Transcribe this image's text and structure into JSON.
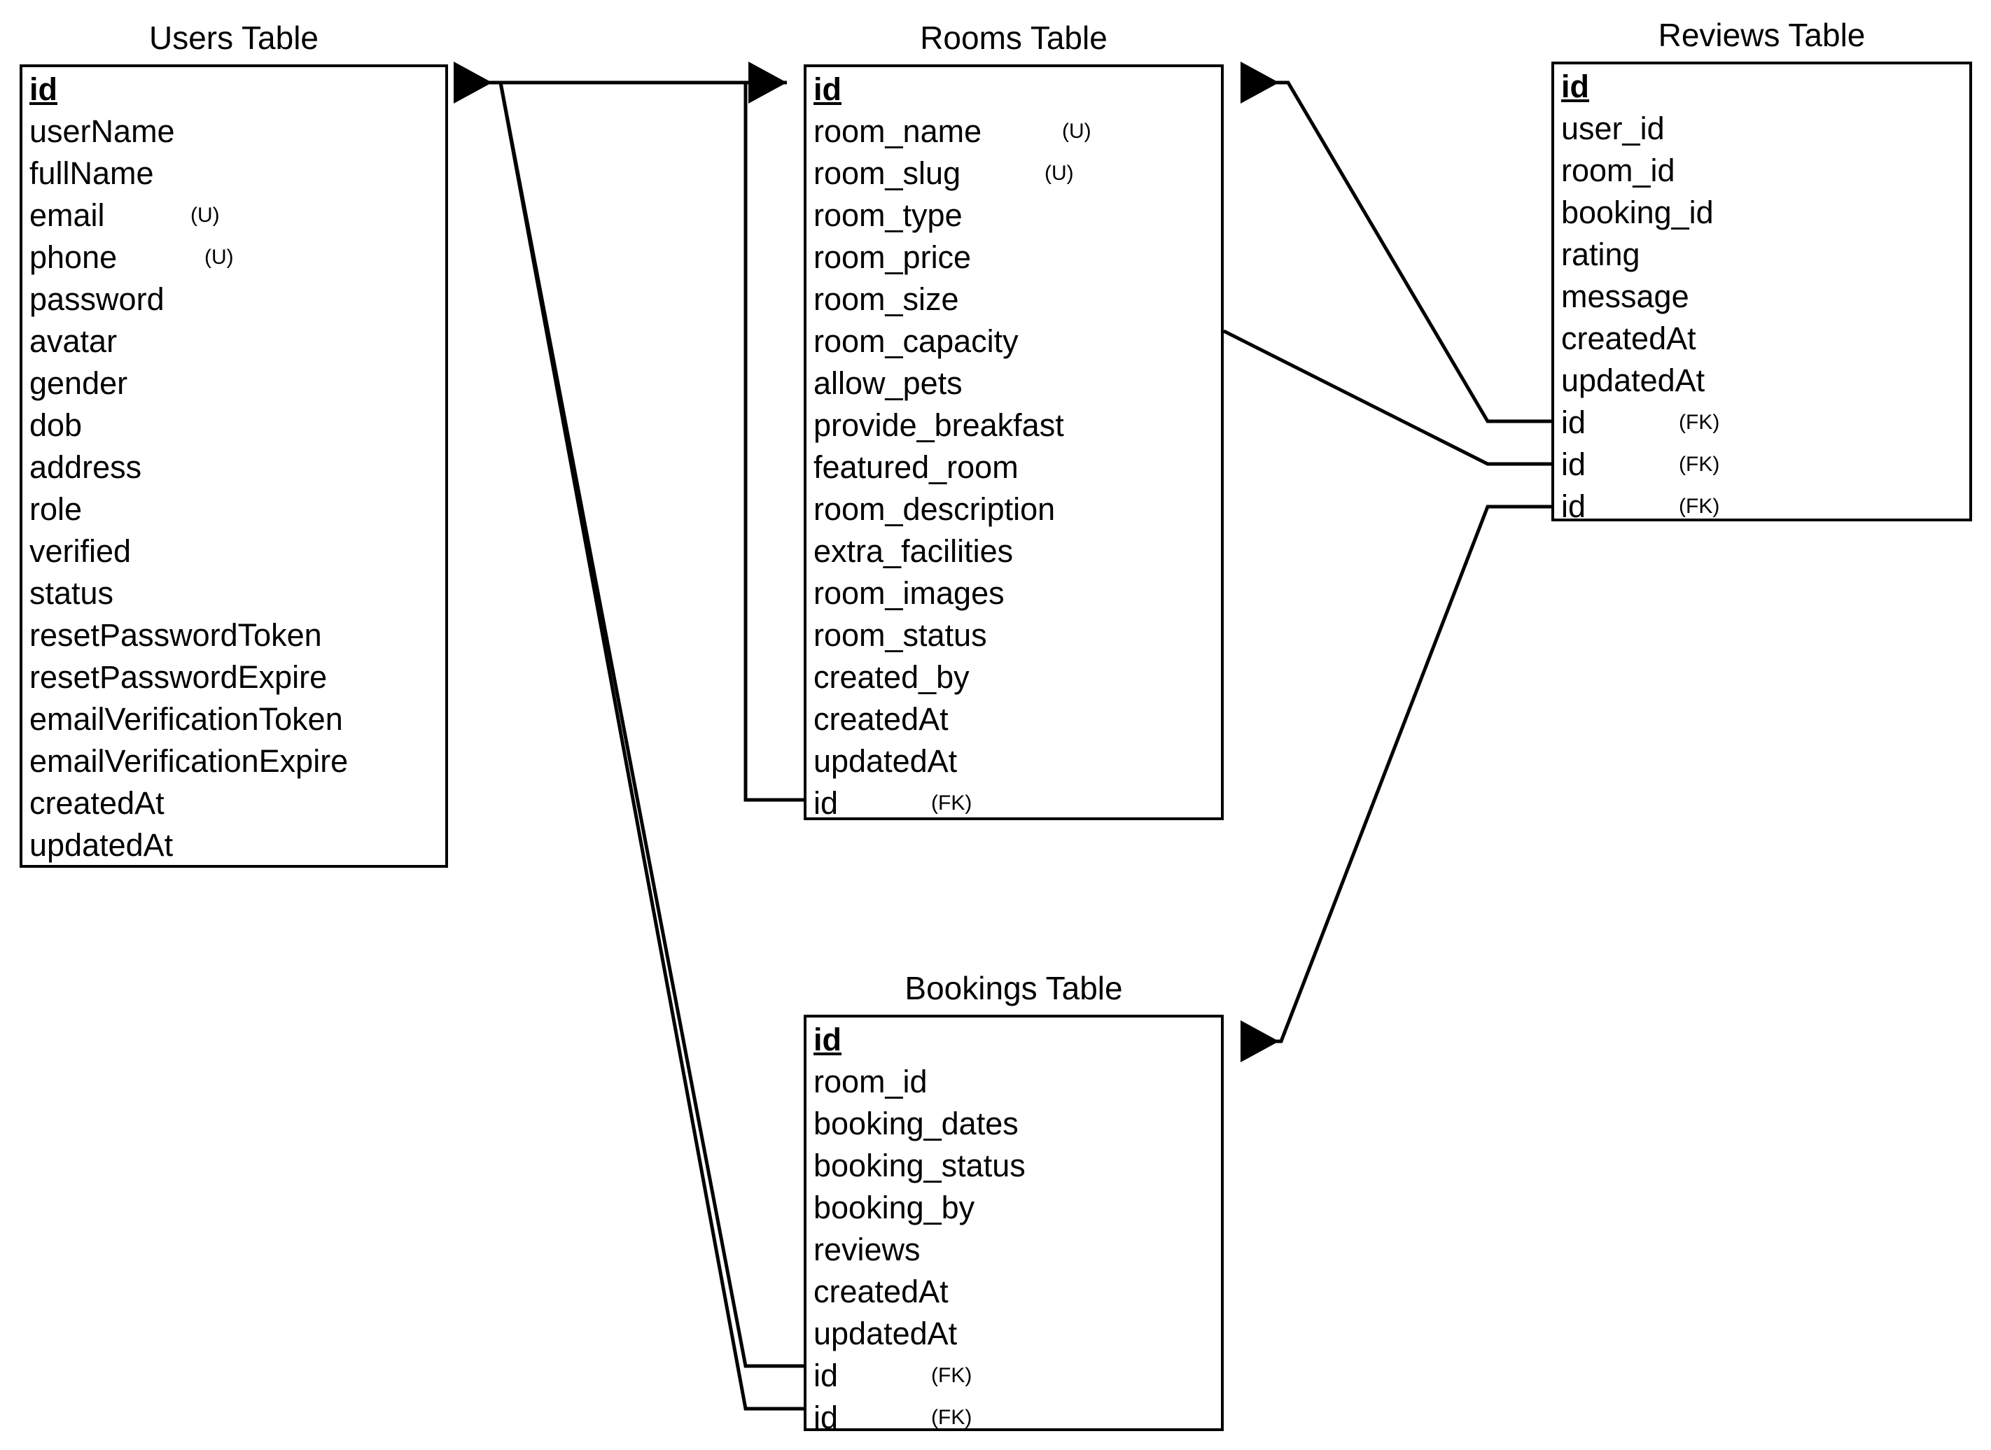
{
  "diagram": {
    "type": "entity-relationship-diagram",
    "background": "#ffffff",
    "line_color": "#000000",
    "tables": [
      {
        "id": "users",
        "title": "Users Table",
        "fields": [
          {
            "name": "id",
            "key": "PK",
            "tag": ""
          },
          {
            "name": "userName",
            "key": "",
            "tag": ""
          },
          {
            "name": "fullName",
            "key": "",
            "tag": ""
          },
          {
            "name": "email",
            "key": "",
            "tag": "(U)"
          },
          {
            "name": "phone",
            "key": "",
            "tag": "(U)"
          },
          {
            "name": "password",
            "key": "",
            "tag": ""
          },
          {
            "name": "avatar",
            "key": "",
            "tag": ""
          },
          {
            "name": "gender",
            "key": "",
            "tag": ""
          },
          {
            "name": "dob",
            "key": "",
            "tag": ""
          },
          {
            "name": "address",
            "key": "",
            "tag": ""
          },
          {
            "name": "role",
            "key": "",
            "tag": ""
          },
          {
            "name": "verified",
            "key": "",
            "tag": ""
          },
          {
            "name": "status",
            "key": "",
            "tag": ""
          },
          {
            "name": "resetPasswordToken",
            "key": "",
            "tag": ""
          },
          {
            "name": "resetPasswordExpire",
            "key": "",
            "tag": ""
          },
          {
            "name": "emailVerificationToken",
            "key": "",
            "tag": ""
          },
          {
            "name": "emailVerificationExpire",
            "key": "",
            "tag": ""
          },
          {
            "name": "createdAt",
            "key": "",
            "tag": ""
          },
          {
            "name": "updatedAt",
            "key": "",
            "tag": ""
          }
        ]
      },
      {
        "id": "rooms",
        "title": "Rooms Table",
        "fields": [
          {
            "name": "id",
            "key": "PK",
            "tag": ""
          },
          {
            "name": "room_name",
            "key": "",
            "tag": "(U)"
          },
          {
            "name": "room_slug",
            "key": "",
            "tag": "(U)"
          },
          {
            "name": "room_type",
            "key": "",
            "tag": ""
          },
          {
            "name": "room_price",
            "key": "",
            "tag": ""
          },
          {
            "name": "room_size",
            "key": "",
            "tag": ""
          },
          {
            "name": "room_capacity",
            "key": "",
            "tag": ""
          },
          {
            "name": "allow_pets",
            "key": "",
            "tag": ""
          },
          {
            "name": "provide_breakfast",
            "key": "",
            "tag": ""
          },
          {
            "name": "featured_room",
            "key": "",
            "tag": ""
          },
          {
            "name": "room_description",
            "key": "",
            "tag": ""
          },
          {
            "name": "extra_facilities",
            "key": "",
            "tag": ""
          },
          {
            "name": "room_images",
            "key": "",
            "tag": ""
          },
          {
            "name": "room_status",
            "key": "",
            "tag": ""
          },
          {
            "name": "created_by",
            "key": "",
            "tag": ""
          },
          {
            "name": "createdAt",
            "key": "",
            "tag": ""
          },
          {
            "name": "updatedAt",
            "key": "",
            "tag": ""
          },
          {
            "name": "id",
            "key": "FK",
            "tag": "(FK)"
          }
        ]
      },
      {
        "id": "reviews",
        "title": "Reviews Table",
        "fields": [
          {
            "name": "id",
            "key": "PK",
            "tag": ""
          },
          {
            "name": "user_id",
            "key": "",
            "tag": ""
          },
          {
            "name": "room_id",
            "key": "",
            "tag": ""
          },
          {
            "name": "booking_id",
            "key": "",
            "tag": ""
          },
          {
            "name": "rating",
            "key": "",
            "tag": ""
          },
          {
            "name": "message",
            "key": "",
            "tag": ""
          },
          {
            "name": "createdAt",
            "key": "",
            "tag": ""
          },
          {
            "name": "updatedAt",
            "key": "",
            "tag": ""
          },
          {
            "name": "id",
            "key": "FK",
            "tag": "(FK)"
          },
          {
            "name": "id",
            "key": "FK",
            "tag": "(FK)"
          },
          {
            "name": "id",
            "key": "FK",
            "tag": "(FK)"
          }
        ]
      },
      {
        "id": "bookings",
        "title": "Bookings Table",
        "fields": [
          {
            "name": "id",
            "key": "PK",
            "tag": ""
          },
          {
            "name": "room_id",
            "key": "",
            "tag": ""
          },
          {
            "name": "booking_dates",
            "key": "",
            "tag": ""
          },
          {
            "name": "booking_status",
            "key": "",
            "tag": ""
          },
          {
            "name": "booking_by",
            "key": "",
            "tag": ""
          },
          {
            "name": "reviews",
            "key": "",
            "tag": ""
          },
          {
            "name": "createdAt",
            "key": "",
            "tag": ""
          },
          {
            "name": "updatedAt",
            "key": "",
            "tag": ""
          },
          {
            "name": "id",
            "key": "FK",
            "tag": "(FK)"
          },
          {
            "name": "id",
            "key": "FK",
            "tag": "(FK)"
          }
        ]
      }
    ],
    "relationships": [
      {
        "from": "rooms.id_fk",
        "to": "users.id",
        "label": ""
      },
      {
        "from": "reviews.id_fk_1",
        "to": "rooms.id",
        "label": ""
      },
      {
        "from": "reviews.id_fk_2",
        "to": "users.id",
        "label": ""
      },
      {
        "from": "reviews.id_fk_3",
        "to": "bookings.id",
        "label": ""
      },
      {
        "from": "bookings.id_fk_1",
        "to": "users.id",
        "label": ""
      },
      {
        "from": "bookings.id_fk_2",
        "to": "rooms.id",
        "label": ""
      }
    ]
  }
}
